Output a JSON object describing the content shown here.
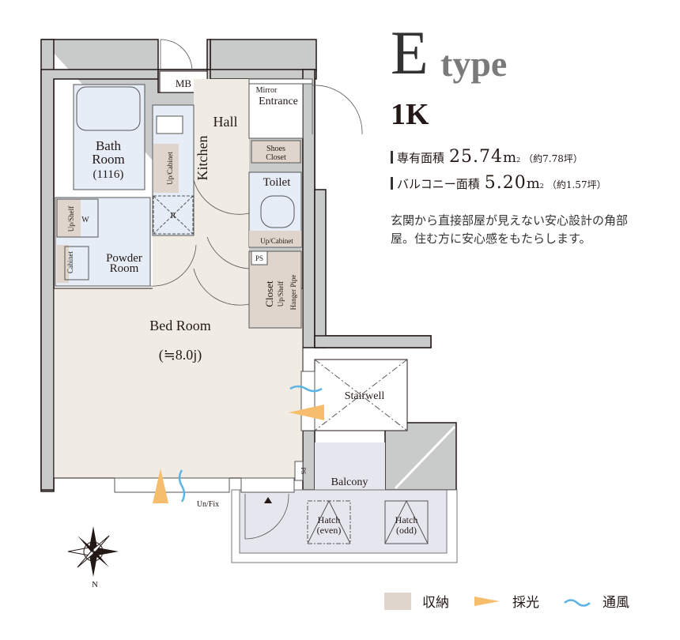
{
  "header": {
    "type_letter": "E",
    "type_word": "type",
    "layout": "1K"
  },
  "areas": [
    {
      "label": "専有面積",
      "value": "25.74",
      "unit": "m",
      "sup": "2",
      "tsubo": "（約7.78坪）"
    },
    {
      "label": "バルコニー面積",
      "value": "5.20",
      "unit": "m",
      "sup": "2",
      "tsubo": "（約1.57坪）"
    }
  ],
  "description": "玄関から直接部屋が見えない安心設計の角部屋。住む方に安心感をもたらします。",
  "rooms": {
    "mb": "MB",
    "mirror": "Mirror",
    "entrance": "Entrance",
    "hall": "Hall",
    "kitchen": "Kitchen",
    "bath1": "Bath",
    "bath2": "Room",
    "bath3": "(1116)",
    "shoes1": "Shoes",
    "shoes2": "Closet",
    "toilet": "Toilet",
    "toilet_cabinet": "Up/Cabinet",
    "kitchen_cabinet": "Up/Cabinet",
    "fridge": "R",
    "wash_shelf": "Up/Shelf",
    "washer": "W",
    "powder_cabinet": "Cabinet",
    "powder1": "Powder",
    "powder2": "Room",
    "ps": "PS",
    "closet": "Closet",
    "closet_shelf": "Up/Shelf",
    "hanger": "Hanger Pipe",
    "bedroom": "Bed Room",
    "bedroom_size": "(≒8.0j)",
    "stairwell": "Stairwell",
    "ps_vertical": "PS",
    "balcony": "Balcony",
    "hatch_even1": "Hatch",
    "hatch_even2": "(even)",
    "hatch_odd1": "Hatch",
    "hatch_odd2": "(odd)",
    "window_note": "Un/Fix",
    "north": "N"
  },
  "legend": [
    {
      "label": "収納",
      "icon": "storage-swatch",
      "color": "#e0d5cc"
    },
    {
      "label": "採光",
      "icon": "light-arrow",
      "color": "#f6bd6c"
    },
    {
      "label": "通風",
      "icon": "wind-wave",
      "color": "#5bb4e5"
    }
  ],
  "colors": {
    "wall": "#c9caca",
    "floor": "#f0ece3",
    "wet": "#e6edf7",
    "storage": "#e0d5cc",
    "balcony": "#e6e6ee"
  }
}
